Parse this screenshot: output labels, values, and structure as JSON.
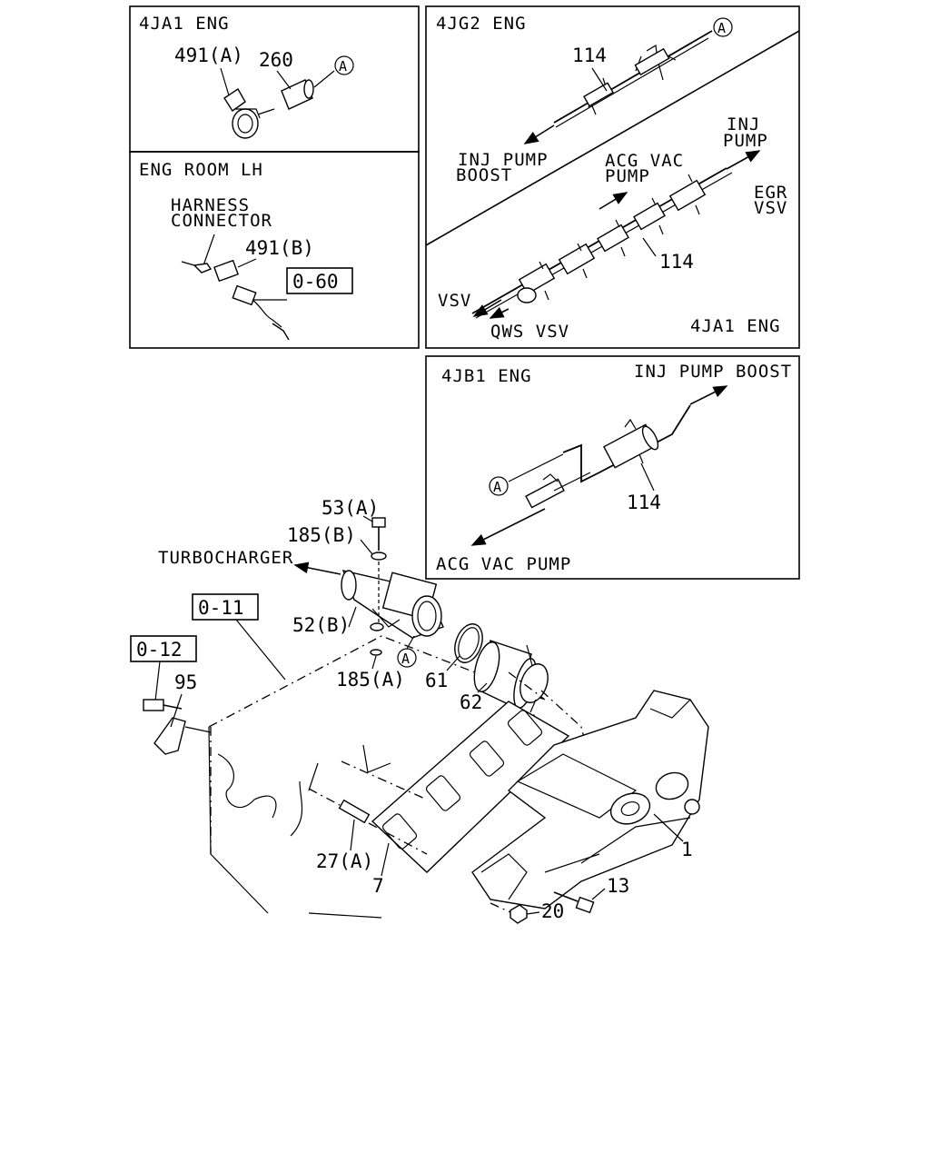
{
  "panels": {
    "p1": {
      "title": "4JA1 ENG",
      "labels": [
        "491(A)",
        "260"
      ],
      "ref": "A"
    },
    "p2": {
      "title": "ENG ROOM LH",
      "labels": [
        "HARNESS",
        "CONNECTOR",
        "491(B)"
      ],
      "ref_box": "0-60"
    },
    "p3": {
      "title": "4JG2 ENG",
      "labels": [
        "114",
        "INJ PUMP",
        "BOOST"
      ],
      "ref": "A",
      "lower": {
        "labels": [
          "ACG VAC",
          "PUMP",
          "INJ",
          "PUMP",
          "EGR",
          "VSV",
          "114",
          "VSV",
          "QWS VSV"
        ],
        "engine": "4JA1 ENG"
      }
    },
    "p4": {
      "title": "4JB1 ENG",
      "labels": [
        "INJ PUMP BOOST",
        "114",
        "ACG VAC PUMP"
      ],
      "ref": "A"
    }
  },
  "main": {
    "ref_boxes": [
      "0-11",
      "0-12"
    ],
    "labels": {
      "l53a": "53(A)",
      "l185b": "185(B)",
      "turbo": "TURBOCHARGER",
      "l52b": "52(B)",
      "l185a": "185(A)",
      "refA": "A",
      "l61a": "61",
      "l62": "62",
      "l61b": "61",
      "l95": "95",
      "l1": "1",
      "l27a": "27(A)",
      "l7": "7",
      "l13": "13",
      "l20": "20"
    }
  }
}
